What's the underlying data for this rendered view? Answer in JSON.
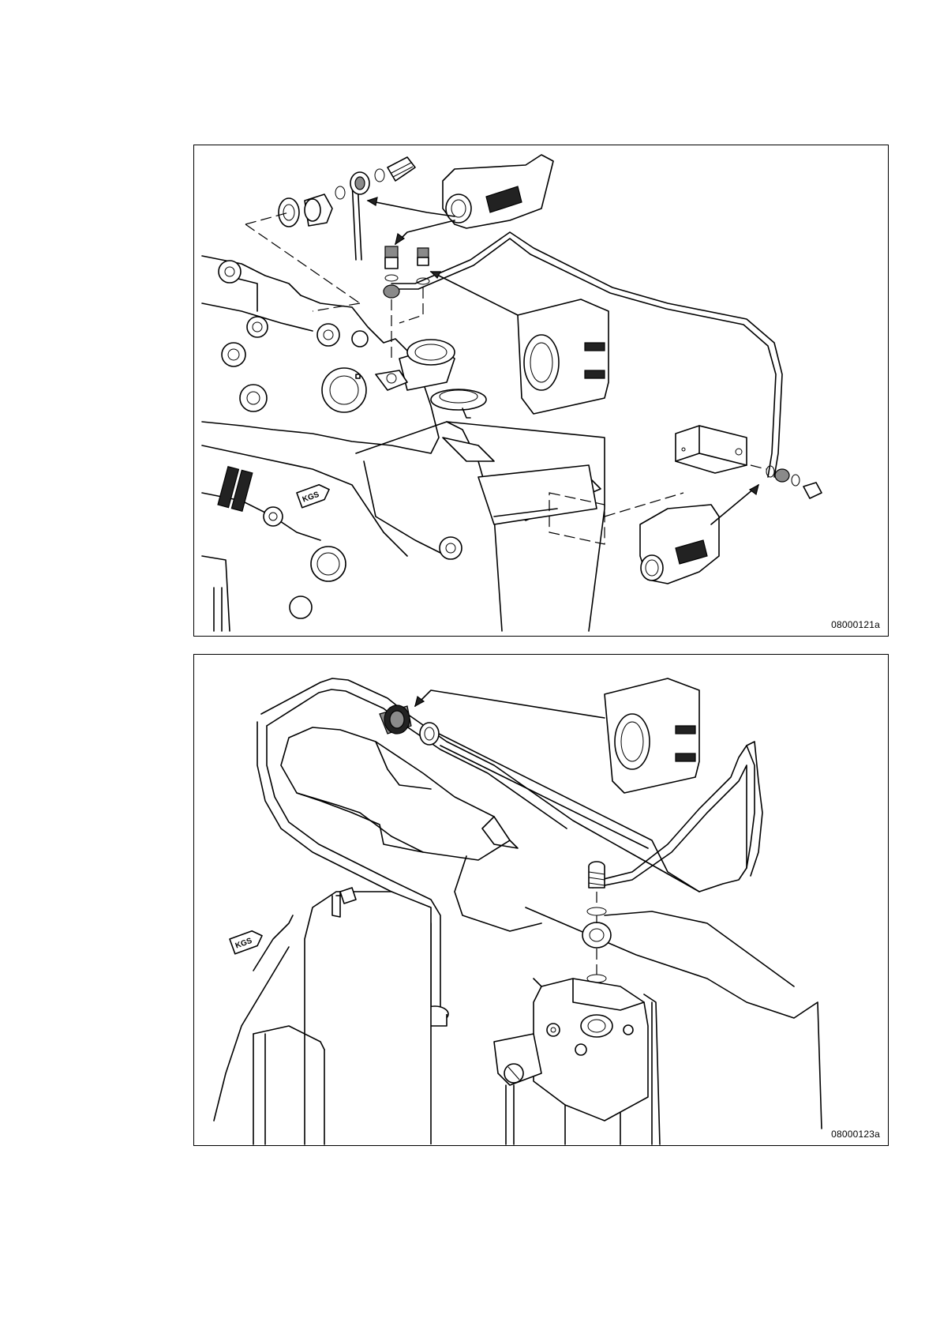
{
  "figures": [
    {
      "id_label": "08000121a",
      "badge": "KGS"
    },
    {
      "id_label": "08000123a",
      "badge": "KGS"
    }
  ],
  "colors": {
    "line": "#000000",
    "background": "#ffffff",
    "fitting_dark": "#222222",
    "fitting_grey": "#8a8a8a"
  }
}
